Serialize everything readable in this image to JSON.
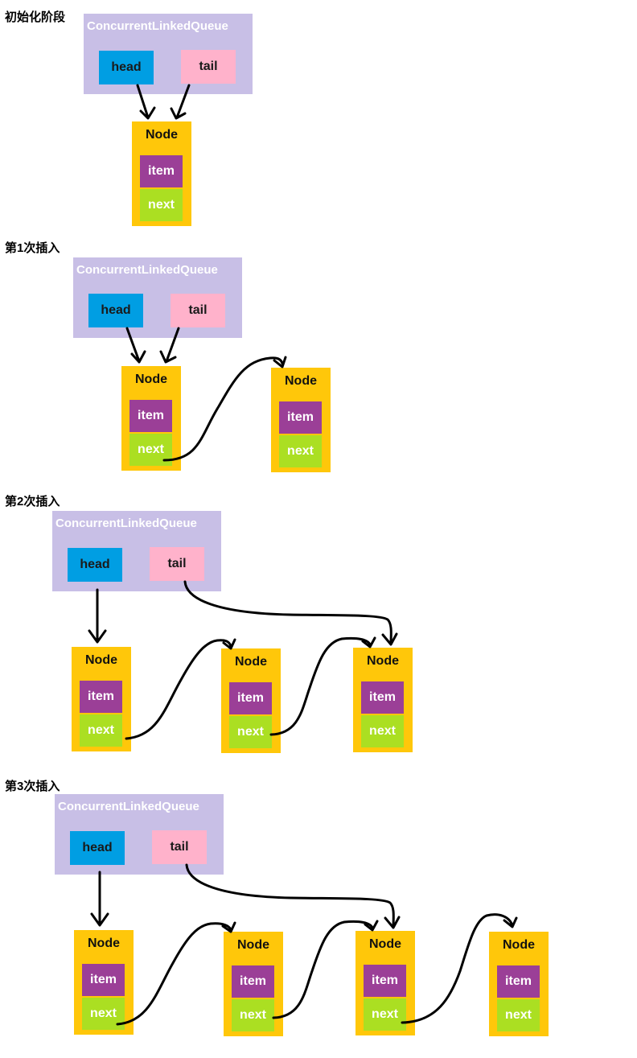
{
  "labels": {
    "queue": "ConcurrentLinkedQueue",
    "head": "head",
    "tail": "tail",
    "node": "Node",
    "item": "item",
    "next": "next"
  },
  "stages": [
    {
      "title": "初始化阶段",
      "node_count": 1
    },
    {
      "title": "第1次插入",
      "node_count": 2
    },
    {
      "title": "第2次插入",
      "node_count": 3
    },
    {
      "title": "第3次插入",
      "node_count": 4
    }
  ],
  "colors": {
    "queue_bg": "#c8bfe6",
    "head_bg": "#009ee3",
    "tail_bg": "#ffb2cb",
    "node_bg": "#ffc70a",
    "item_bg": "#9b3f97",
    "next_bg": "#abdf22",
    "arrow": "#000000"
  }
}
